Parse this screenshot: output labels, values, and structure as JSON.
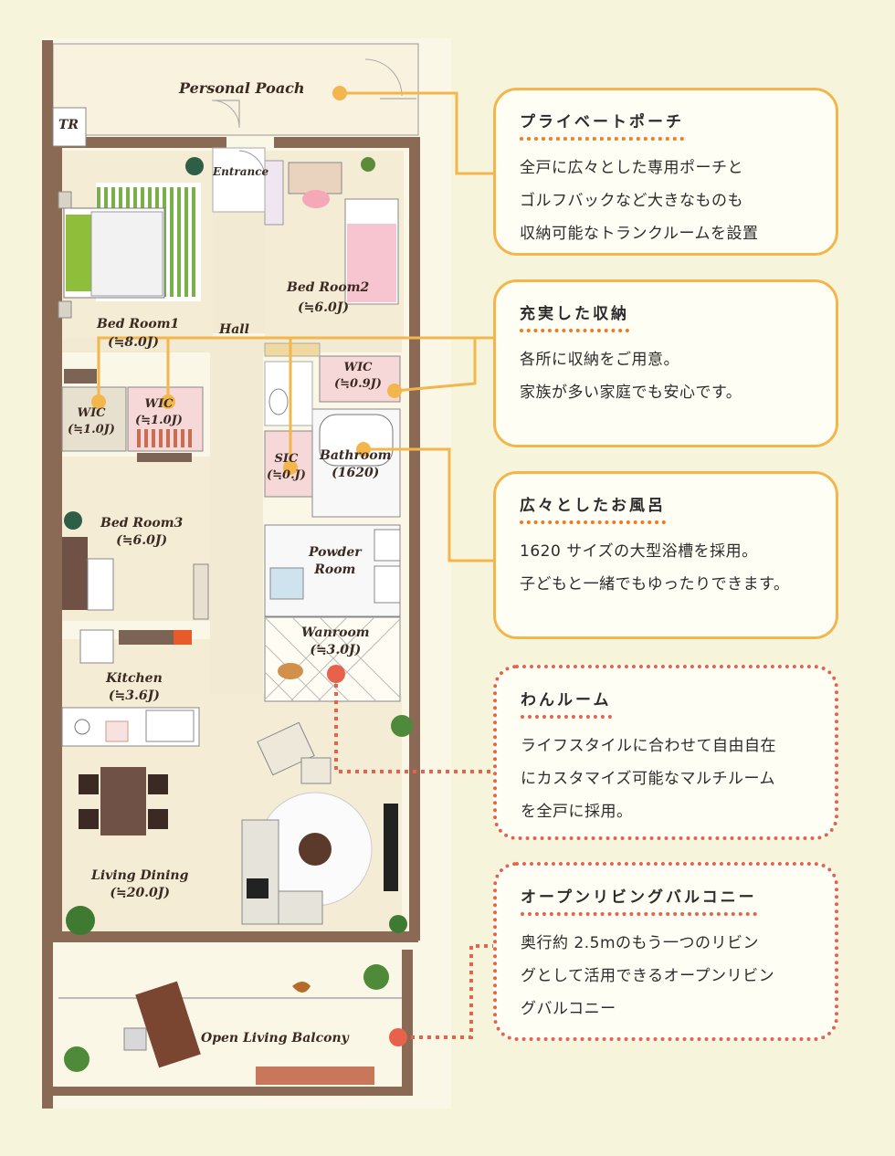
{
  "rooms": {
    "personal_poach": "Personal Poach",
    "tr": "TR",
    "entrance": "Entrance",
    "bedroom1": "Bed Room1",
    "bedroom1_size": "(≒8.0J)",
    "bedroom2": "Bed Room2",
    "bedroom2_size": "(≒6.0J)",
    "hall": "Hall",
    "wic_right": "WIC",
    "wic_right_size": "(≒0.9J)",
    "wic_left": "WIC",
    "wic_left_size": "(≒1.0J)",
    "wic_mid": "WIC",
    "wic_mid_size": "(≒1.0J)",
    "storage": "SIC",
    "storage_size": "(≒0.J)",
    "bathroom": "Bathroom",
    "bathroom_size": "(1620)",
    "bedroom3": "Bed Room3",
    "bedroom3_size": "(≒6.0J)",
    "powder": "Powder",
    "powder_room": "Room",
    "wanroom": "Wanroom",
    "wanroom_size": "(≒3.0J)",
    "kitchen": "Kitchen",
    "kitchen_size": "(≒3.6J)",
    "living": "Living Dining",
    "living_size": "(≒20.0J)",
    "balcony": "Open Living Balcony"
  },
  "cards": [
    {
      "title": "プライベートポーチ",
      "lines": [
        "全戸に広々とした専用ポーチと",
        "ゴルフバックなど大きなものも",
        "収納可能なトランクルームを設置"
      ],
      "style": "solid"
    },
    {
      "title": "充実した収納",
      "lines": [
        "各所に収納をご用意。",
        "家族が多い家庭でも安心です。"
      ],
      "style": "solid"
    },
    {
      "title": "広々としたお風呂",
      "lines": [
        "1620 サイズの大型浴槽を採用。",
        "子どもと一緒でもゆったりできます。"
      ],
      "style": "solid"
    },
    {
      "title": "わんルーム",
      "lines": [
        "ライフスタイルに合わせて自由自在",
        "にカスタマイズ可能なマルチルーム",
        "を全戸に採用。"
      ],
      "style": "dotted"
    },
    {
      "title": "オープンリビングバルコニー",
      "lines": [
        "奥行約 2.5mのもう一つのリビン",
        "グとして活用できるオープンリビン",
        "グバルコニー"
      ],
      "style": "dotted"
    }
  ],
  "colors": {
    "background": "#f7f4dc",
    "card_border": "#f2b64d",
    "card_dotted_border": "#e8614a",
    "accent_underline": "#ee7a22",
    "wall": "#8a6a55",
    "floor": "#f4ecd5"
  }
}
